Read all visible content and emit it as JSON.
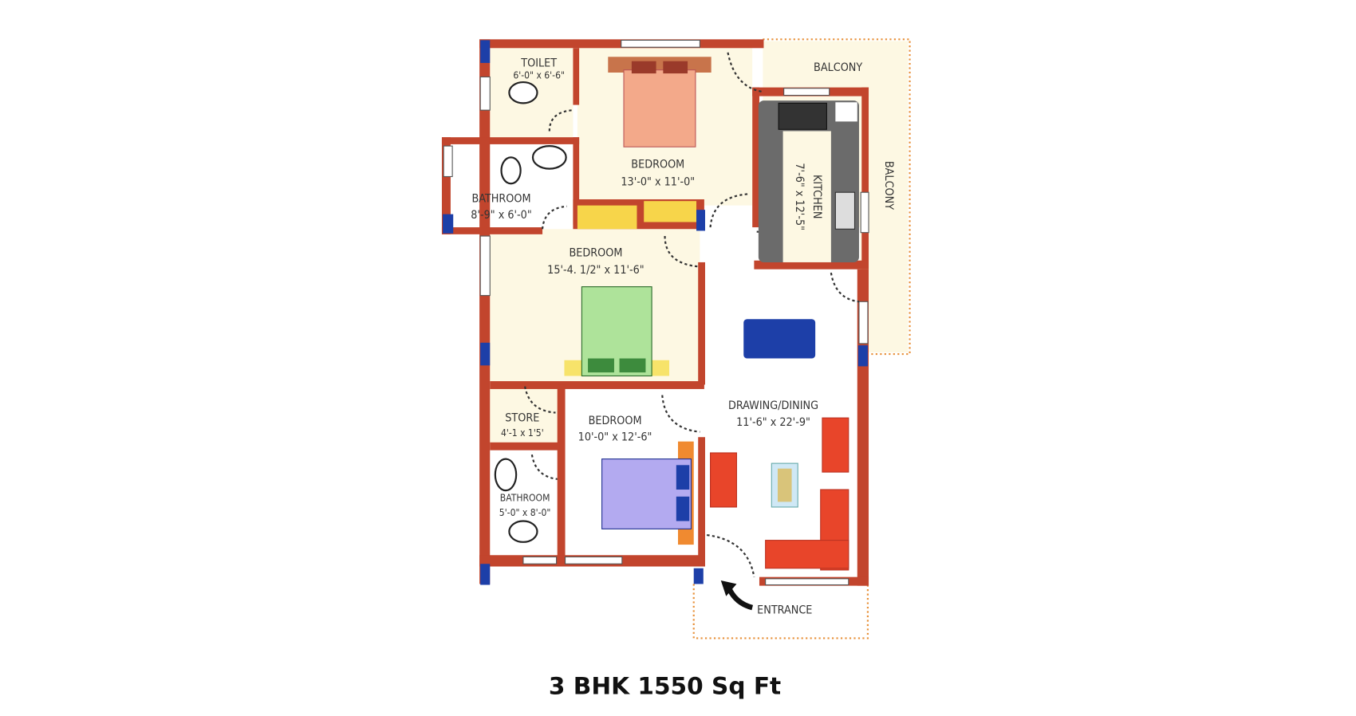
{
  "title": "3 BHK 1550 Sq Ft",
  "colors": {
    "wall": "#c2452d",
    "cream": "#fdf8e3",
    "pillar": "#1d3fa8",
    "sofa": "#e8452a"
  },
  "rooms": {
    "toilet": {
      "name": "TOILET",
      "size": "6'-0\" x 6'-6\""
    },
    "bedroom_master": {
      "name": "BEDROOM",
      "size": "13'-0\" x 11'-0\""
    },
    "bathroom": {
      "name": "BATHROOM",
      "size": "8'-9\" x 6'-0\""
    },
    "kitchen": {
      "name": "KITCHEN",
      "size": "7'-6\" x 12'-5\""
    },
    "balcony_top": {
      "name": "BALCONY"
    },
    "balcony_side": {
      "name": "BALCONY"
    },
    "bedroom_2": {
      "name": "BEDROOM",
      "size": "15'-4. 1/2\" x 11'-6\""
    },
    "store": {
      "name": "STORE",
      "size": "4'-1 x 1'5'"
    },
    "bedroom_3": {
      "name": "BEDROOM",
      "size": "10'-0\" x 12'-6\""
    },
    "bathroom_2": {
      "name": "BATHROOM",
      "size": "5'-0\" x 8'-0\""
    },
    "drawing_dining": {
      "name": "DRAWING/DINING",
      "size": "11'-6\" x 22'-9\""
    },
    "entrance": {
      "name": "ENTRANCE"
    }
  }
}
